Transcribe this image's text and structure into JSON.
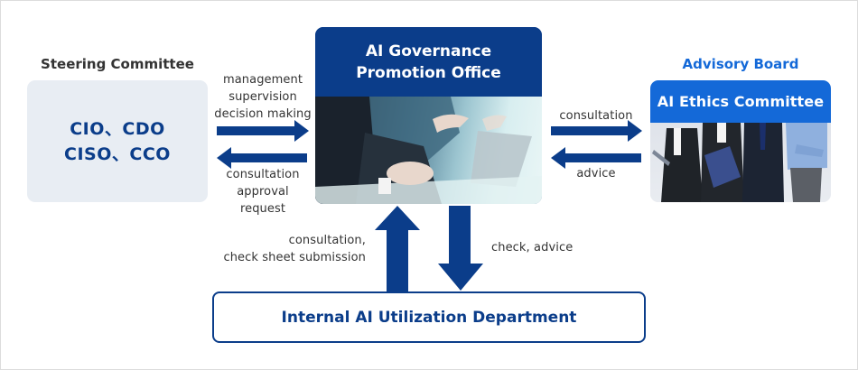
{
  "colors": {
    "navy": "#0b3d8a",
    "accent_blue": "#1469d8",
    "steering_bg": "#e8edf3",
    "text": "#333333"
  },
  "steering": {
    "heading": "Steering Committee",
    "lines": [
      "CIO、CDO",
      "CISO、CCO"
    ]
  },
  "steering_to_office": {
    "labels": [
      "management",
      "supervision",
      "decision making"
    ]
  },
  "office_to_steering": {
    "labels": [
      "consultation",
      "approval",
      "request"
    ]
  },
  "office": {
    "title_lines": [
      "AI Governance",
      "Promotion Office"
    ],
    "photo": "business-meeting-photo"
  },
  "office_to_advisory": {
    "label": "consultation"
  },
  "advisory_to_office": {
    "label": "advice"
  },
  "advisory": {
    "heading": "Advisory Board",
    "title": "AI Ethics Committee",
    "photo": "committee-members-photo"
  },
  "dept_to_office": {
    "labels": [
      "consultation,",
      "check sheet submission"
    ]
  },
  "office_to_dept": {
    "label": "check, advice"
  },
  "department": {
    "title": "Internal AI Utilization Department"
  }
}
